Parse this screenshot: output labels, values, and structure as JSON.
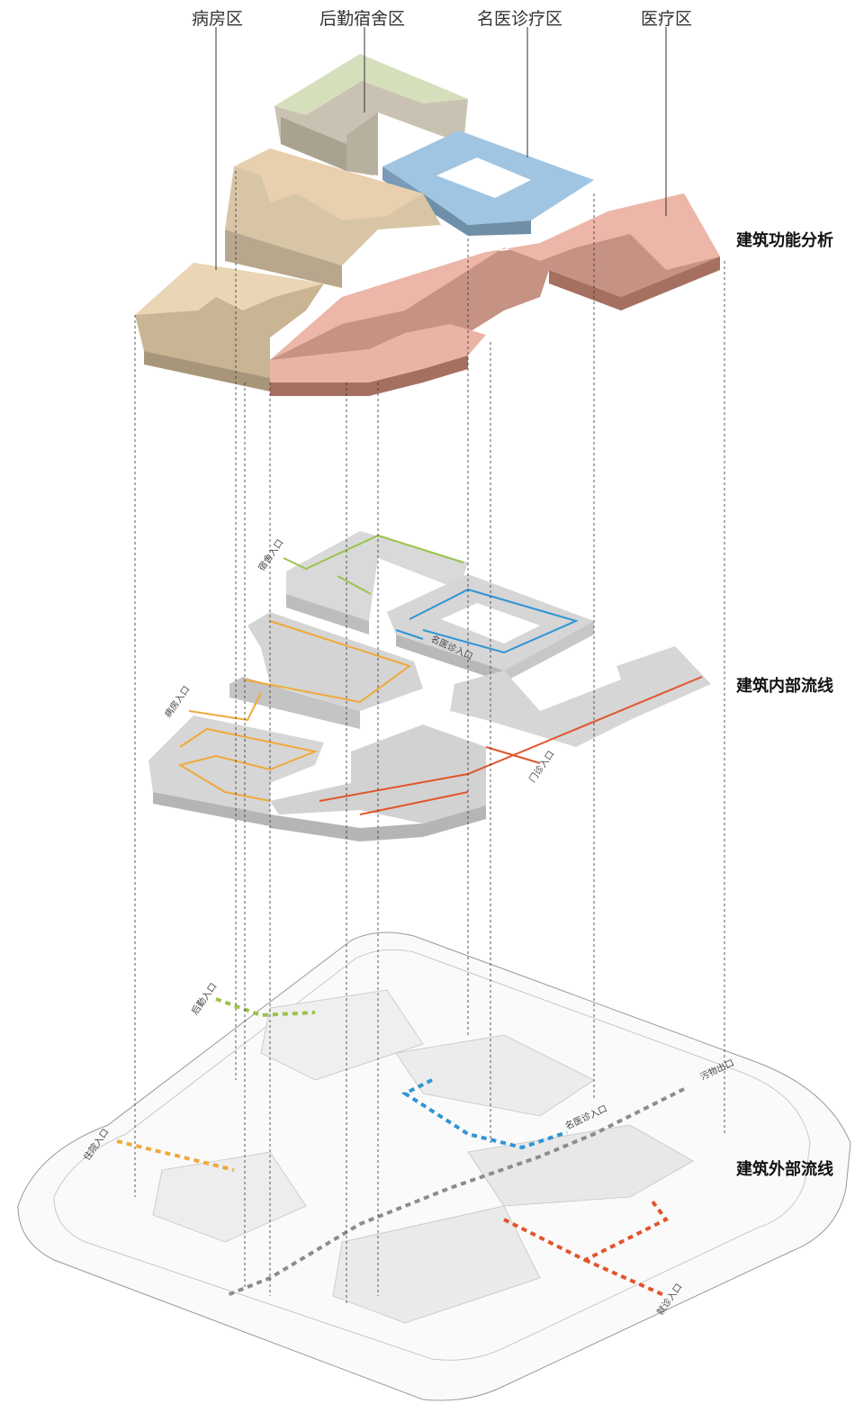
{
  "zones": {
    "ward": "病房区",
    "logistics": "后勤宿舍区",
    "expert_clinic": "名医诊疗区",
    "medical": "医疗区"
  },
  "sections": {
    "function": "建筑功能分析",
    "internal_flow": "建筑内部流线",
    "external_flow": "建筑外部流线"
  },
  "internal_entries": {
    "logistics": "宿舍入口",
    "expert": "名医诊入口",
    "ward": "病房入口",
    "clinic": "门诊入口"
  },
  "external_entries": {
    "logistics": "后勤入口",
    "expert": "名医诊入口",
    "ward": "住院入口",
    "sewage": "污物出口",
    "clinic": "就诊入口"
  },
  "colors": {
    "ward": "#e8cfae",
    "logistics": "#d6dfbc",
    "expert": "#9fc5e3",
    "medical": "#ecb6a8",
    "flow_ward": "#f0a93a",
    "flow_logistics": "#9bc34a",
    "flow_expert": "#2f95d6",
    "flow_clinic": "#e2552b",
    "flow_service": "#8c8c8c"
  }
}
